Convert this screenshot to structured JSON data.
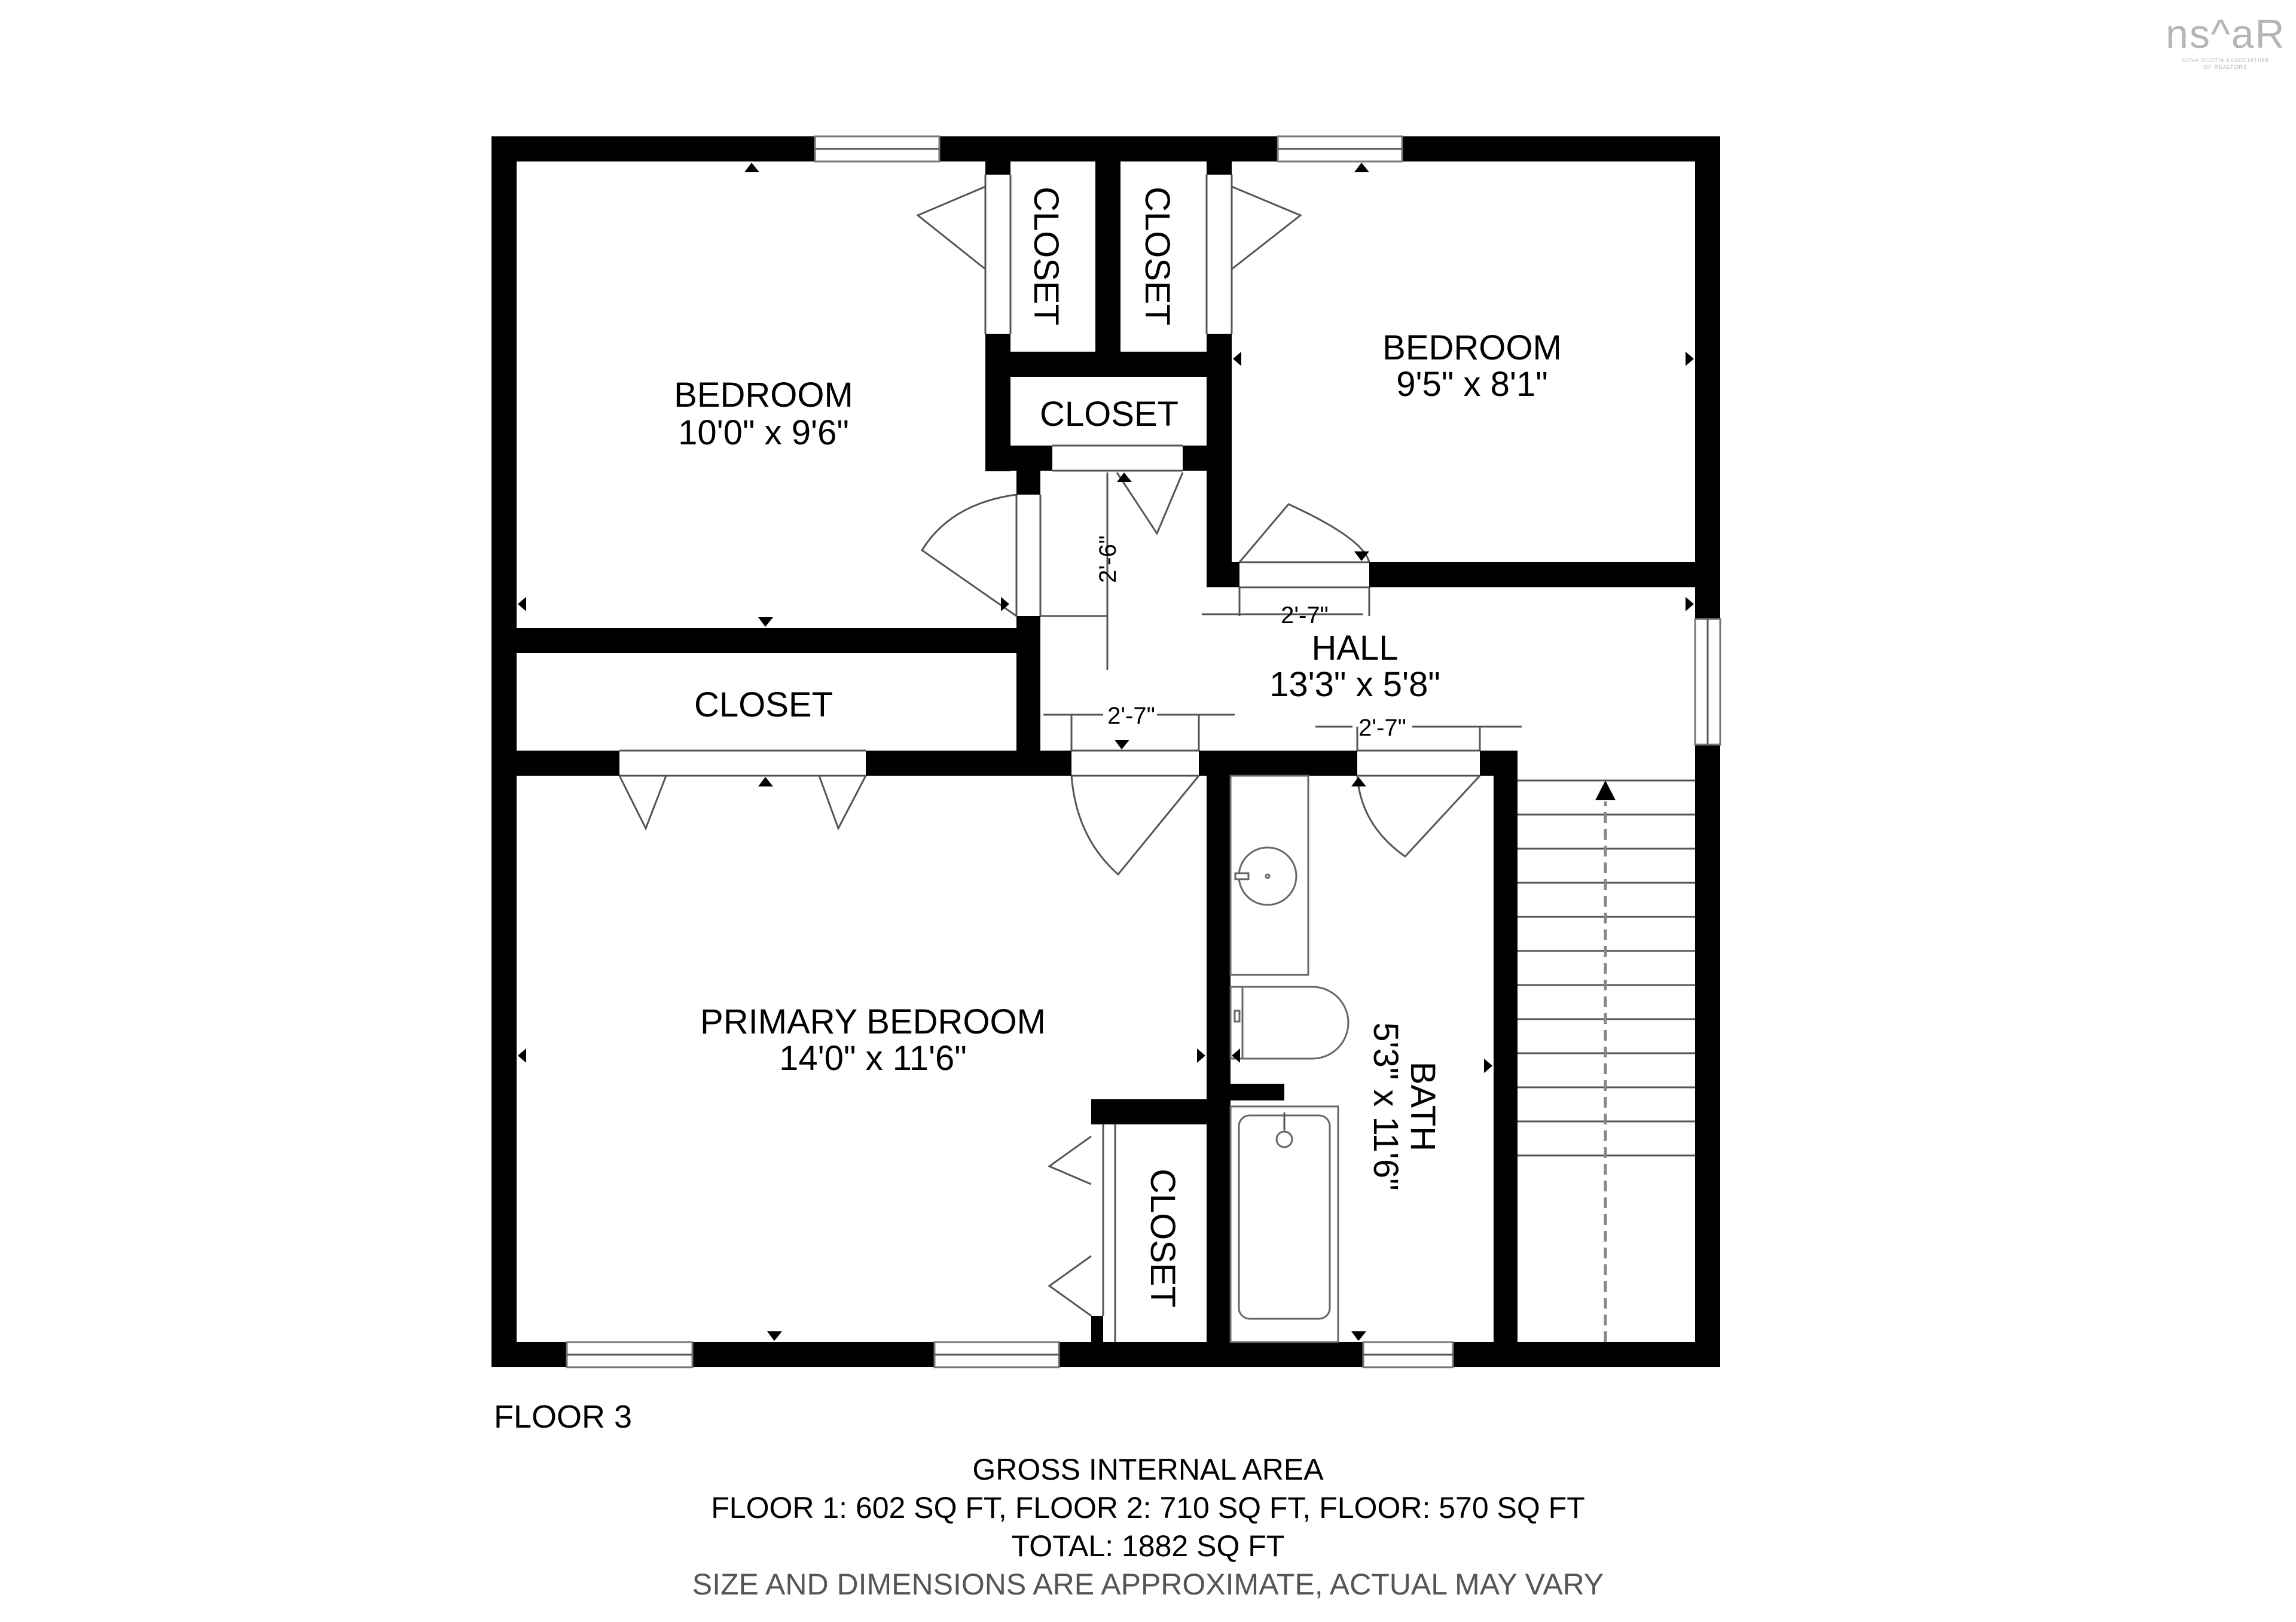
{
  "logo": {
    "text": "ns^aR",
    "subtitle_line1": "NOVA SCOTIA ASSOCIATION",
    "subtitle_line2": "OF REALTORS",
    "color": "#b5b5b5"
  },
  "floor_label": "FLOOR 3",
  "rooms": {
    "bedroom_left": {
      "name": "BEDROOM",
      "size": "10'0\" x 9'6\""
    },
    "bedroom_right": {
      "name": "BEDROOM",
      "size": "9'5\" x 8'1\""
    },
    "hall": {
      "name": "HALL",
      "size": "13'3\" x 5'8\""
    },
    "primary_bedroom": {
      "name": "PRIMARY BEDROOM",
      "size": "14'0\" x 11'6\""
    },
    "bath": {
      "name": "BATH",
      "size": "5'3\" x 11'6\""
    },
    "closet_top_left": {
      "name": "CLOSET"
    },
    "closet_top_right": {
      "name": "CLOSET"
    },
    "closet_middle": {
      "name": "CLOSET"
    },
    "closet_long": {
      "name": "CLOSET"
    },
    "closet_primary": {
      "name": "CLOSET"
    }
  },
  "dimensions": {
    "hall_vertical": "2'-6\"",
    "door_right_bedroom": "2'-7\"",
    "door_primary": "2'-7\"",
    "door_bath": "2'-7\""
  },
  "summary": {
    "title": "GROSS INTERNAL AREA",
    "floors": "FLOOR 1: 602 SQ FT, FLOOR 2: 710 SQ FT, FLOOR: 570 SQ FT",
    "total": "TOTAL: 1882 SQ FT",
    "disclaimer": "SIZE AND DIMENSIONS ARE APPROXIMATE, ACTUAL MAY VARY",
    "disclaimer_color": "#555555"
  },
  "colors": {
    "wall": "#000000",
    "background": "#ffffff",
    "fixture_line": "#666666"
  }
}
